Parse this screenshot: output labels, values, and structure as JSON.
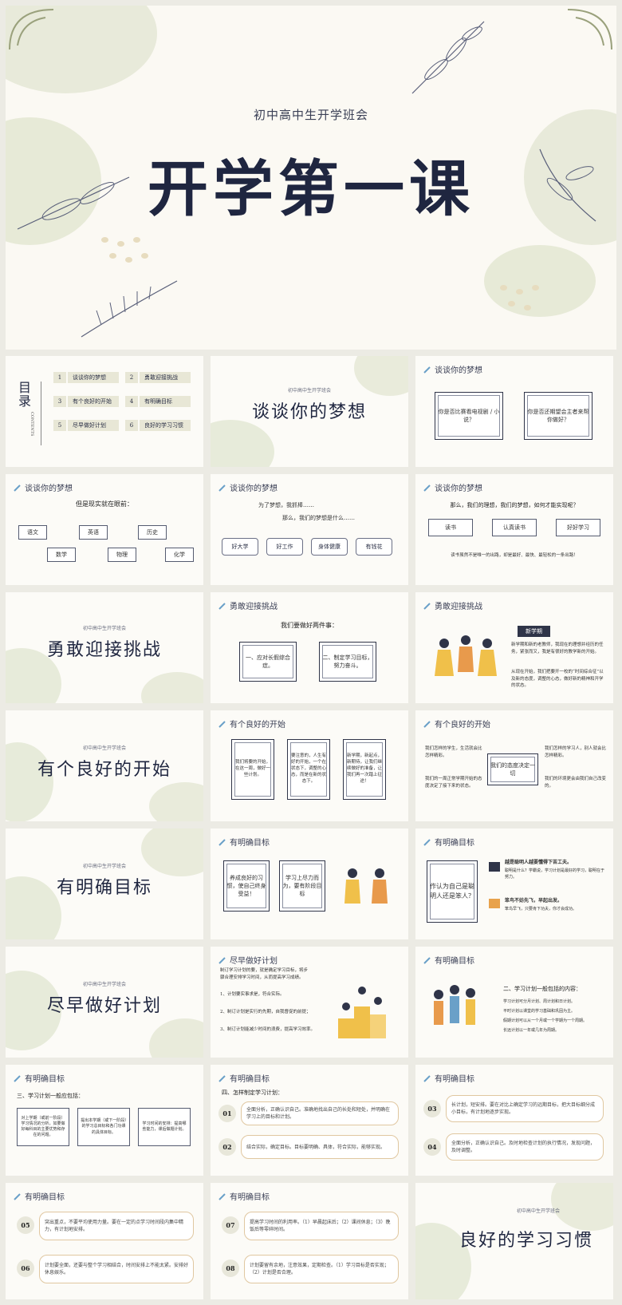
{
  "cover": {
    "subtitle": "初中高中生开学班会",
    "title": "开学第一课"
  },
  "section_small": "初中高中生开学班会",
  "toc": {
    "title": "目录",
    "en": "CONTENTS",
    "items": [
      {
        "num": "1",
        "label": "谈谈你的梦想"
      },
      {
        "num": "2",
        "label": "勇敢迎接挑战"
      },
      {
        "num": "3",
        "label": "有个良好的开始"
      },
      {
        "num": "4",
        "label": "有明确目标"
      },
      {
        "num": "5",
        "label": "尽早做好计划"
      },
      {
        "num": "6",
        "label": "良好的学习习惯"
      }
    ]
  },
  "sections": {
    "s1": "谈谈你的梦想",
    "s2": "勇敢迎接挑战",
    "s3": "有个良好的开始",
    "s4": "有明确目标",
    "s5": "尽早做好计划",
    "s6": "良好的学习习惯"
  },
  "headers": {
    "dream": "谈谈你的梦想",
    "challenge": "勇敢迎接挑战",
    "start": "有个良好的开始",
    "goal": "有明确目标",
    "plan": "尽早做好计划"
  },
  "dream1": {
    "q1": "你是否比赛看电视剧 / 小说？",
    "q2": "你是否还期望会主者来帮你做好？"
  },
  "dream2": {
    "lead": "但是现实就在眼前：",
    "subjects": [
      "语文",
      "英语",
      "历史",
      "数学",
      "物理",
      "化学"
    ]
  },
  "dream3": {
    "line1": "为了梦想，我抓棒……",
    "line2": "那么，我们的梦想是什么……",
    "items": [
      "好大学",
      "好工作",
      "身体健康",
      "有钱花"
    ]
  },
  "dream4": {
    "lead": "那么，我们的理想，我们的梦想，如何才能实现呢？",
    "items": [
      "读书",
      "认真读书",
      "好好学习"
    ],
    "foot": "读书虽然不是唯一的出路，却是最好、最快、最轻松的一条出路！"
  },
  "ch1": {
    "lead": "我们要做好两件事：",
    "b1": "一、应对长假综合症。",
    "b2": "二、制定学习目标，努力奋斗。"
  },
  "ch2": {
    "badge": "新学期",
    "p1": "新学期和新的老教师，我现在的理想并经历的任务，紧张而又，我是有很好的教学新的开始。",
    "p2": "从现在开始，我们把要开一校的“时间综合征”以及新的态度，调整的心态，做好新的精神和开学的状态。"
  },
  "st1": {
    "c1": "我们将要的开始，在这一周，做好一些计划。",
    "c2": "要注意的，人生有好的开始，一个在状态下，调整的心态，而是在新的状态下。",
    "c3": "新学期，新起点，新期待，让我们继续做好的准备，让我们再一次踏上征途！"
  },
  "st2": {
    "l1": "我们怎样的学生，生活就会比怎样精彩。",
    "l2": "我们的一周正常学期开始的态度决定了接下来的状态。",
    "mid": "我们的态度决定一切",
    "r1": "我们怎样的学习人，别人就会比怎样精彩。",
    "r2": "我们的环境更会由我们自己改变的。"
  },
  "g1": {
    "b1": "养成良好的习惯，使自己终身受益！",
    "b2": "学习上尽力而为，要有阶段目标"
  },
  "g2": {
    "q": "作认为自己是聪明人还是笨人？",
    "t1": "越是聪明人越要懂得下苦工夫。",
    "p1": "聪明是什么？学霸说，学习计划是最好的学习，聪明在于努力。",
    "t2": "笨鸟不妨先飞，早起出发。",
    "p2": "笨鸟早飞，只要肯下功夫，你才会成功。"
  },
  "p1": {
    "intro": "制订学习计划的要，就是确定学习目标，将步骤合理安排学习时间，从而提高学习成绩。",
    "i1": "1、计划要实事求是，符合实际。",
    "i2": "2、制订计划是实行的先期，自我督促的前提；",
    "i3": "3、制订计划能减少时间的浪费，提高学习效率。"
  },
  "p2": {
    "title": "二、学习计划一般包括的内容：",
    "items": [
      "学习计划可分月计划、周计划和日计划。",
      "平时计划以课堂的学习基础和巩固为主。",
      "假期计划可以从一个月或一个学期为一个周期。",
      "长远计划以一年或几年为周期。"
    ]
  },
  "p3": {
    "title": "三、学习计划一般应包括：",
    "b1": "对上学期（或前一阶段）学习情况的分析，如要做好每科目的主要优势和存在的问题。",
    "b2": "提出本学期（或下一阶段）的学习总目标和各门功课的具体目标。",
    "b3": "学习时间的安排：提高哪些能力，课后做题计划。"
  },
  "p4": {
    "title": "四、怎样制定学习计划：",
    "n1": "01",
    "t1": "全面分析，正确认识自己。准确地找出自己的长处和短处，并明确在学习上的目标和计划。",
    "n2": "02",
    "t2": "结合实际，确定目标。目标要明确、具体，符合实际，能够实现。"
  },
  "p5": {
    "n3": "03",
    "t3": "长计划，短安排。要在对比上确定学习的远期目标，把大目标细分成小目标，有计划地逐步实现。",
    "n4": "04",
    "t4": "全面分析，正确认识自己。及时地检查计划的执行情况，发现问题，及时调整。"
  },
  "p6": {
    "n5": "05",
    "t5": "突出重点，不要平均使用力量。要在一定的点学习时间段内集中精力，有计划地安排。",
    "n6": "06",
    "t6": "计划要全面，还要与整个学习相结合，时间安排上不能太紧。安排好休息娱乐。"
  },
  "p7": {
    "n7": "07",
    "t7": "提高学习时间的利用率。（1）早晨起床后；（2）课间休息；（3）晚饭后等零碎时间。",
    "n8": "08",
    "t8": "计划要留有余地，注意效果，定期检查。（1）学习目标是否实现；（2）计划是否合理。"
  }
}
